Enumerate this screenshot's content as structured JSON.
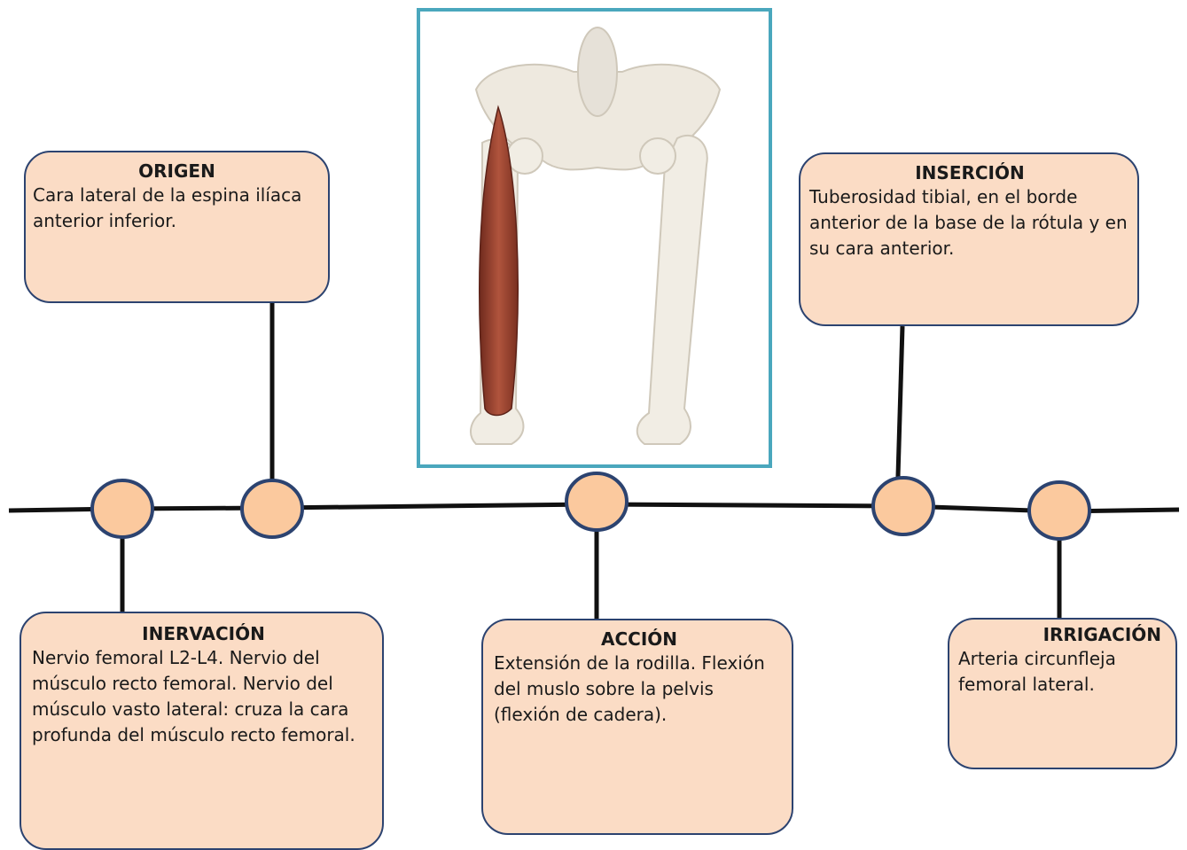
{
  "image": {
    "alt": "muscle-illustration"
  },
  "colors": {
    "box_fill": "#fbdcc5",
    "box_border": "#2c4370",
    "frame": "#4aa7bd",
    "muscle": "#9e4432",
    "bone": "#eee9df"
  },
  "boxes": {
    "origen": {
      "title": "ORIGEN",
      "text": "Cara lateral de la espina ilíaca anterior inferior."
    },
    "insercion": {
      "title": "INSERCIÓN",
      "text": "Tuberosidad tibial, en el borde anterior de la base de la rótula y en su cara anterior."
    },
    "inervacion": {
      "title": "INERVACIÓN",
      "text": "Nervio femoral L2-L4. Nervio del músculo recto femoral. Nervio del músculo vasto lateral: cruza la cara profunda del músculo recto femoral."
    },
    "accion": {
      "title": "ACCIÓN",
      "text": "Extensión de la rodilla. Flexión del muslo sobre la pelvis (flexión de cadera)."
    },
    "irrigacion": {
      "title": "IRRIGACIÓN",
      "text": "Arteria circunfleja femoral lateral."
    }
  }
}
